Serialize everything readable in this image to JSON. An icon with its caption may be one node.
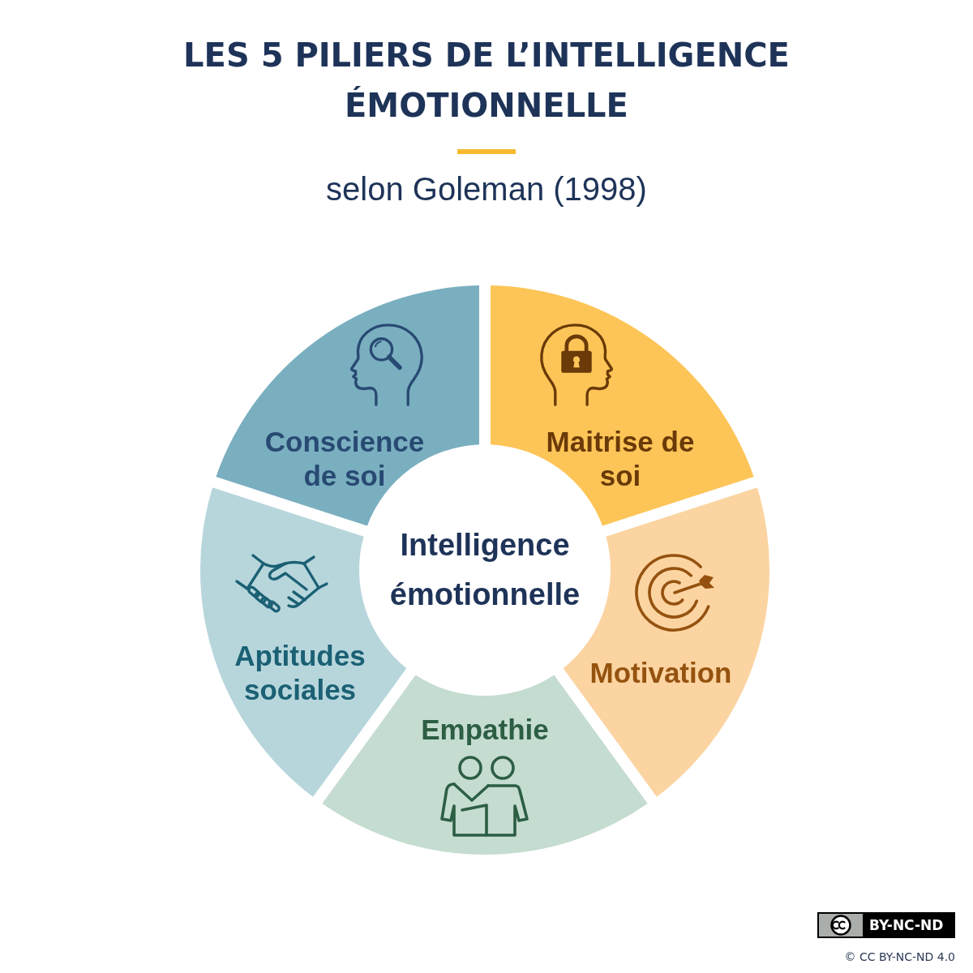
{
  "diagram": {
    "title": "LES 5 PILIERS DE L’INTELLIGENCE ÉMOTIONNELLE",
    "nodes": [
      {
        "text": [
          "Conscience de soi"
        ]
      },
      {
        "text": [
          "Maitrise de soi"
        ]
      },
      {
        "text": [
          "Intelligence émotionnelle"
        ]
      },
      {
        "text": [
          "Aptitudes sociales"
        ]
      },
      {
        "text": [
          "Motivation"
        ]
      },
      {
        "text": [
          "Empathie"
        ]
      }
    ],
    "labels": [
      "selon Goleman (1998)",
      "BY-NC-ND",
      "© CC BY-NC-ND 4.0"
    ]
  }
}
